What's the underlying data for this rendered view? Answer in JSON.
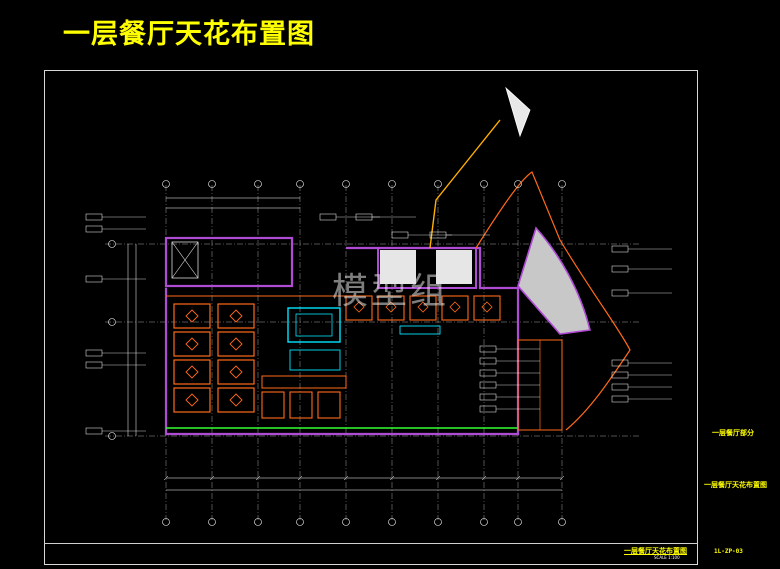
{
  "drawing": {
    "title": "一层餐厅天花布置图",
    "side_label_area": "一层餐厅部分",
    "side_label_sheet": "一层餐厅天花布置图",
    "title_block_name": "一层餐厅天花布置图",
    "title_block_scale": "SCALE 1:100",
    "sheet_number": "1L-ZP-03"
  },
  "watermark": "模型组",
  "colors": {
    "title": "#ffff00",
    "wall": "#b04bd6",
    "ceiling_panel": "#ff6a1a",
    "diffuser": "#00e5ff",
    "grid": "#ffffff",
    "green": "#33ff33",
    "hatch": "#c8c8c8"
  }
}
